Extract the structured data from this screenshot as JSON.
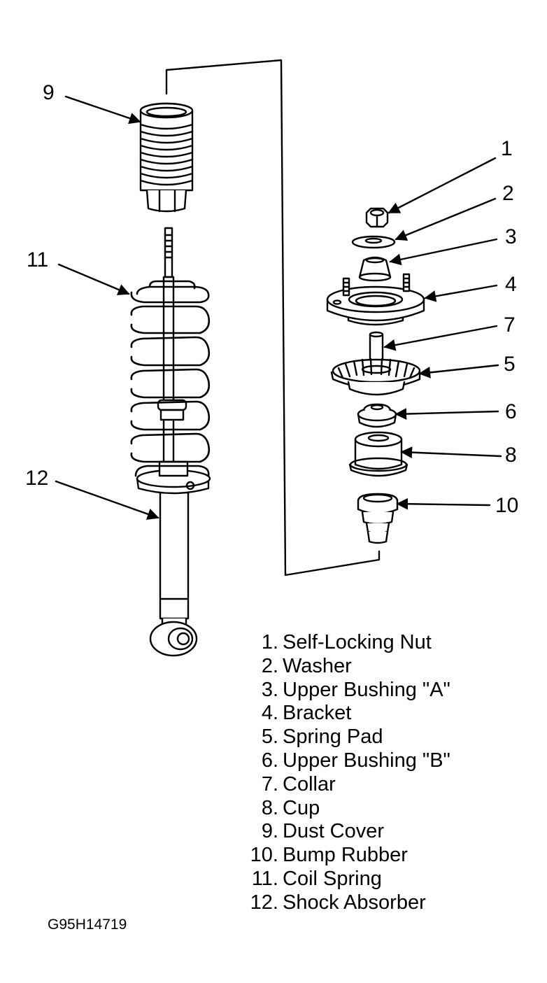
{
  "callouts": [
    "1",
    "2",
    "3",
    "4",
    "5",
    "6",
    "7",
    "8",
    "9",
    "10",
    "11",
    "12"
  ],
  "legend": [
    {
      "num": "1.",
      "label": "Self-Locking Nut"
    },
    {
      "num": "2.",
      "label": "Washer"
    },
    {
      "num": "3.",
      "label": "Upper Bushing \"A\""
    },
    {
      "num": "4.",
      "label": "Bracket"
    },
    {
      "num": "5.",
      "label": "Spring Pad"
    },
    {
      "num": "6.",
      "label": "Upper Bushing \"B\""
    },
    {
      "num": "7.",
      "label": "Collar"
    },
    {
      "num": "8.",
      "label": "Cup"
    },
    {
      "num": "9.",
      "label": "Dust Cover"
    },
    {
      "num": "10.",
      "label": "Bump Rubber"
    },
    {
      "num": "11.",
      "label": "Coil Spring"
    },
    {
      "num": "12.",
      "label": "Shock Absorber"
    }
  ],
  "figure_code": "G95H14719"
}
